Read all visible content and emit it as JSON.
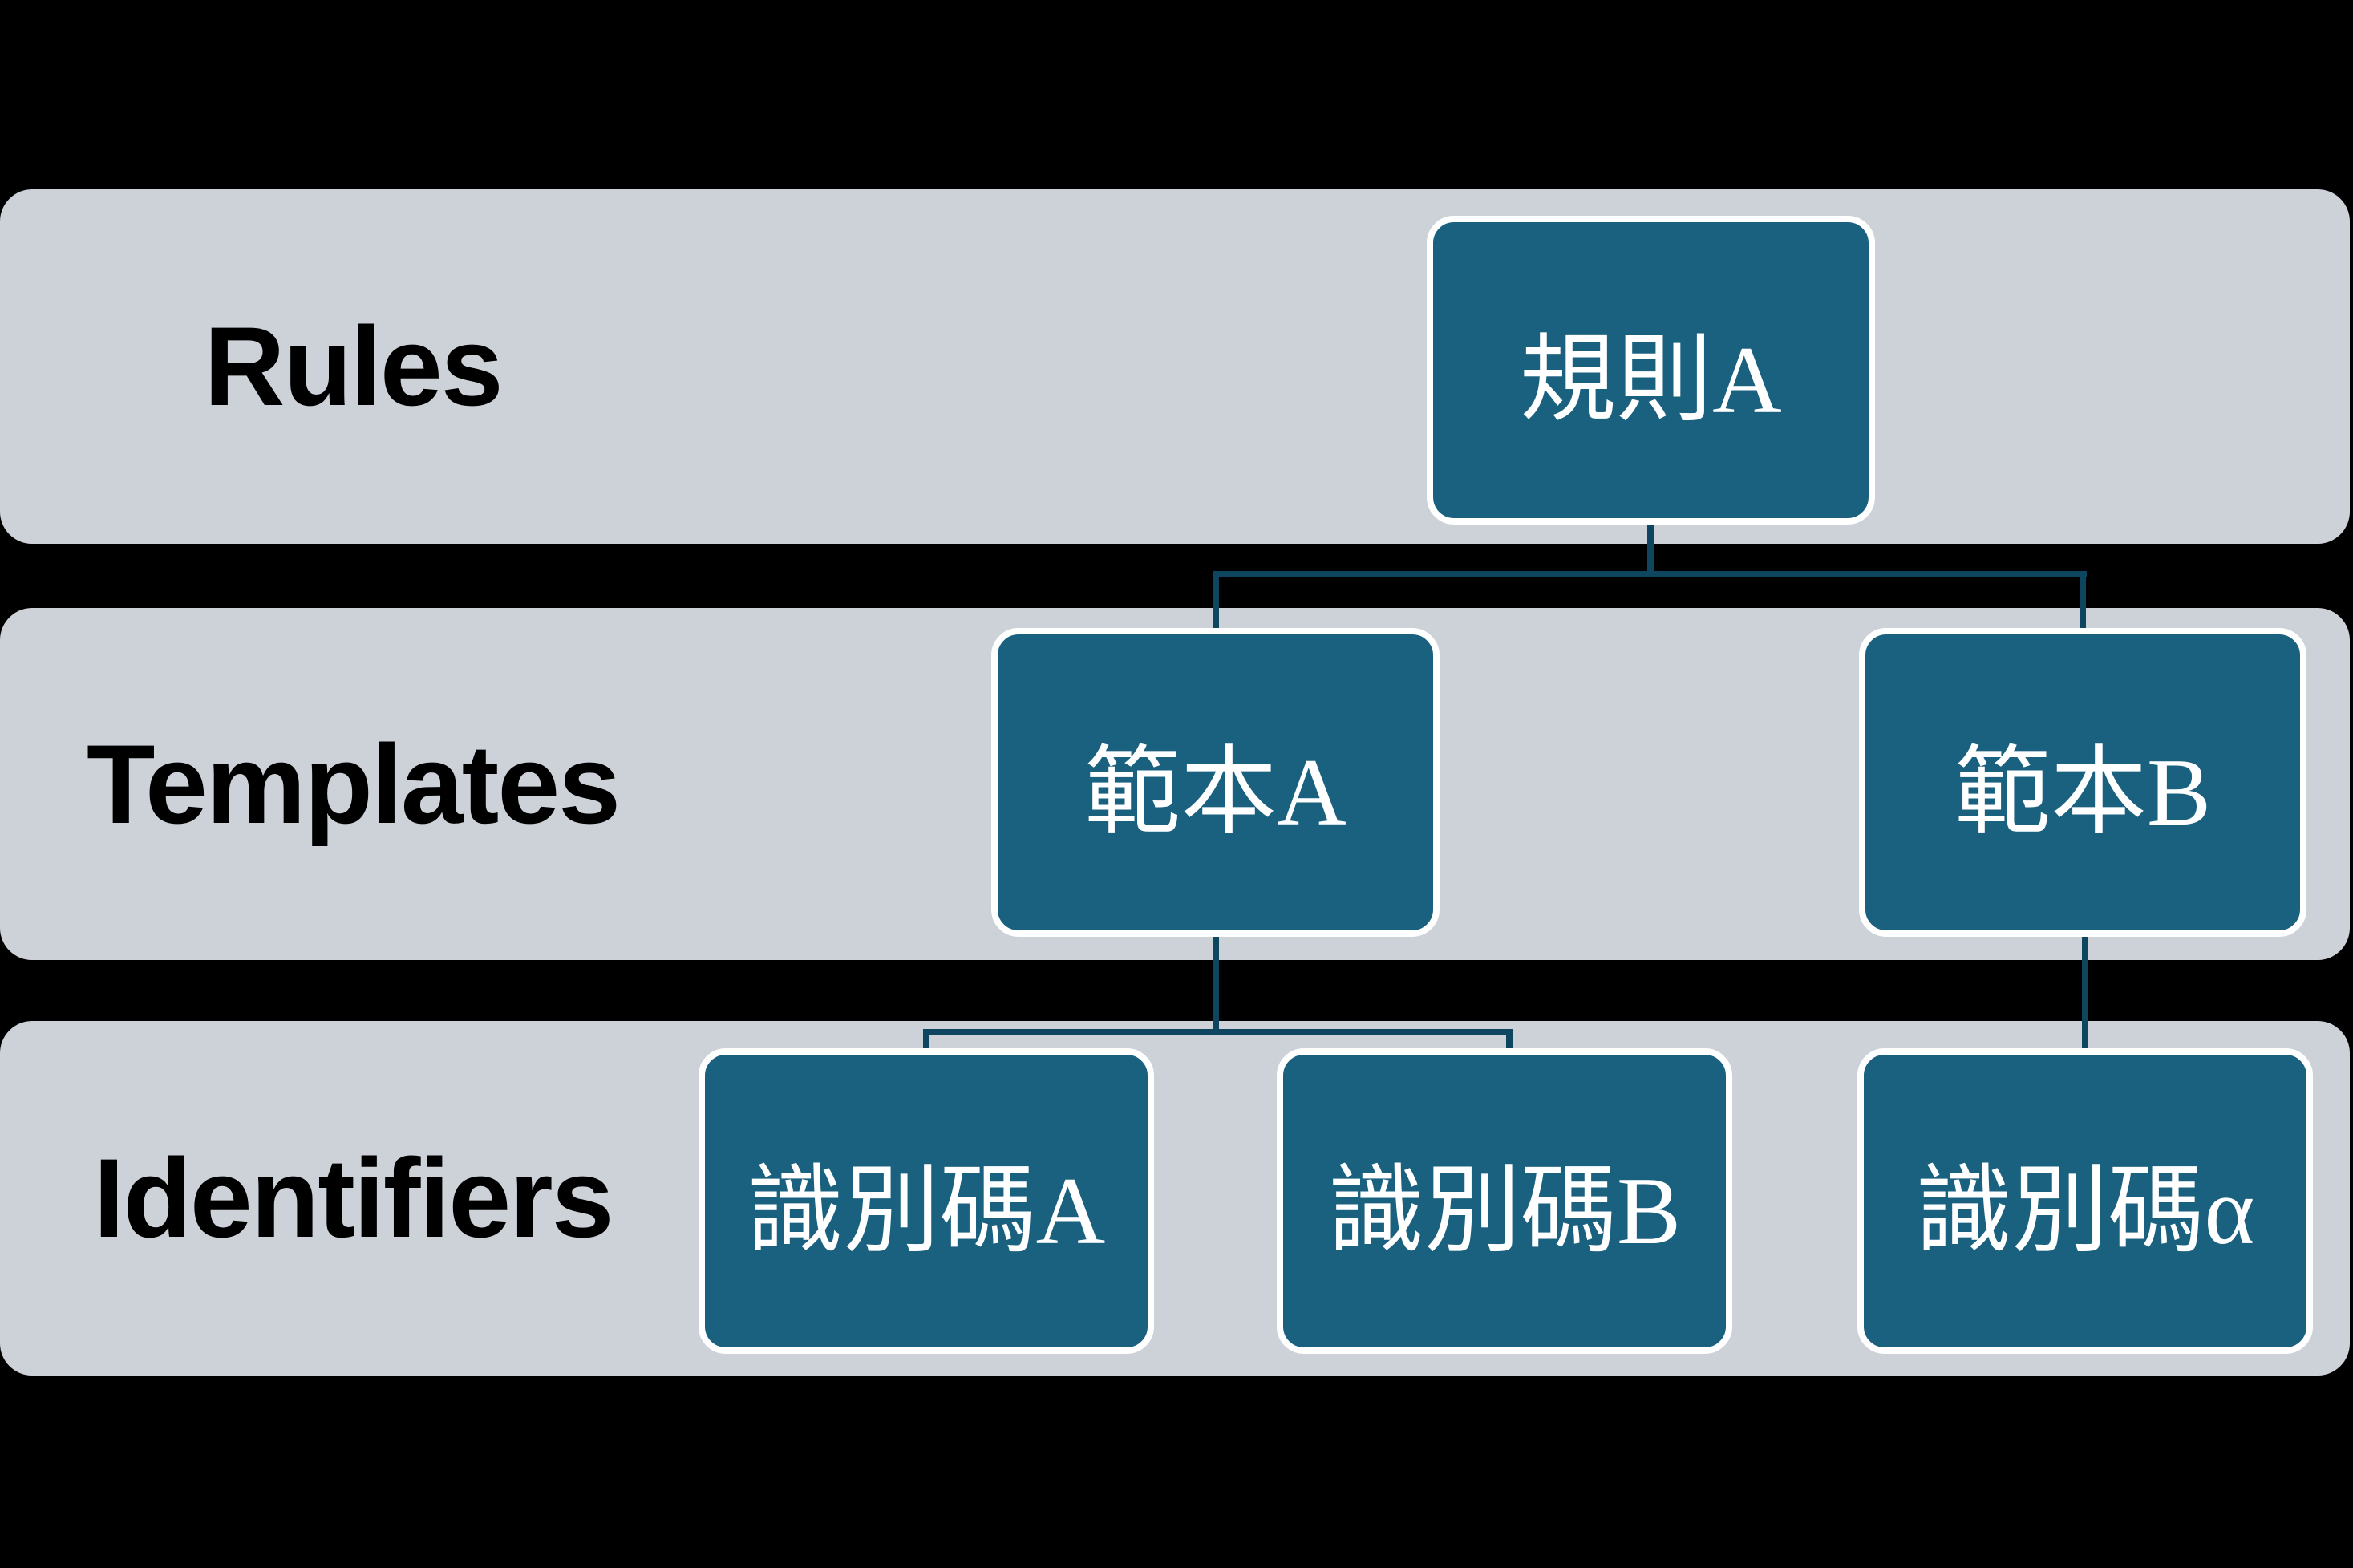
{
  "colors": {
    "background": "#000000",
    "band_fill": "#cdd2d9",
    "node_fill": "#1a617f",
    "node_border": "#ffffff",
    "connector": "#0e4660",
    "band_label_color": "#000000",
    "node_label_color": "#ffffff"
  },
  "rows": [
    {
      "label": "Rules",
      "nodes": [
        {
          "label": "規則A"
        }
      ]
    },
    {
      "label": "Templates",
      "nodes": [
        {
          "label": "範本A"
        },
        {
          "label": "範本B"
        }
      ]
    },
    {
      "label": "Identifiers",
      "nodes": [
        {
          "label": "識別碼A"
        },
        {
          "label": "識別碼B"
        },
        {
          "label": "識別碼α"
        }
      ]
    }
  ]
}
